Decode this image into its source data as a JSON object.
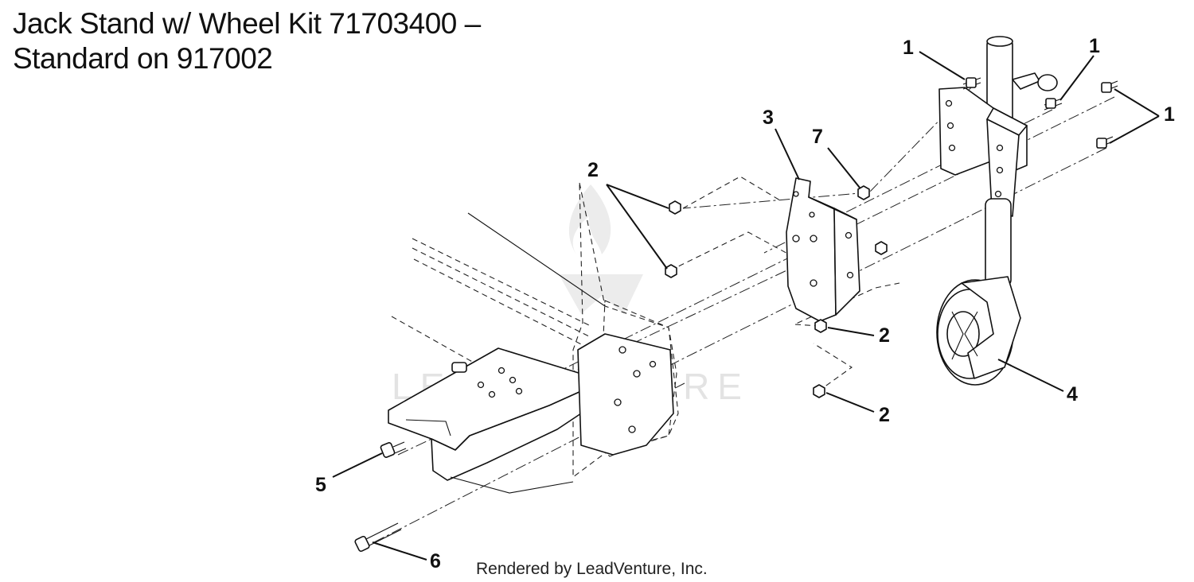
{
  "title": {
    "line1": "Jack Stand w/ Wheel Kit 71703400 –",
    "line2": "Standard on 917002"
  },
  "watermark": {
    "text": "LEADVENTURE"
  },
  "credit": {
    "text": "Rendered by LeadVenture, Inc."
  },
  "callouts": [
    {
      "id": "c1a",
      "label": "1"
    },
    {
      "id": "c1b",
      "label": "1"
    },
    {
      "id": "c1c",
      "label": "1"
    },
    {
      "id": "c2a",
      "label": "2"
    },
    {
      "id": "c2b",
      "label": "2"
    },
    {
      "id": "c2c",
      "label": "2"
    },
    {
      "id": "c3",
      "label": "3"
    },
    {
      "id": "c4",
      "label": "4"
    },
    {
      "id": "c5",
      "label": "5"
    },
    {
      "id": "c6",
      "label": "6"
    },
    {
      "id": "c7",
      "label": "7"
    }
  ],
  "colors": {
    "ink": "#111111",
    "watermark": "#e3e3e3",
    "background": "#ffffff"
  }
}
